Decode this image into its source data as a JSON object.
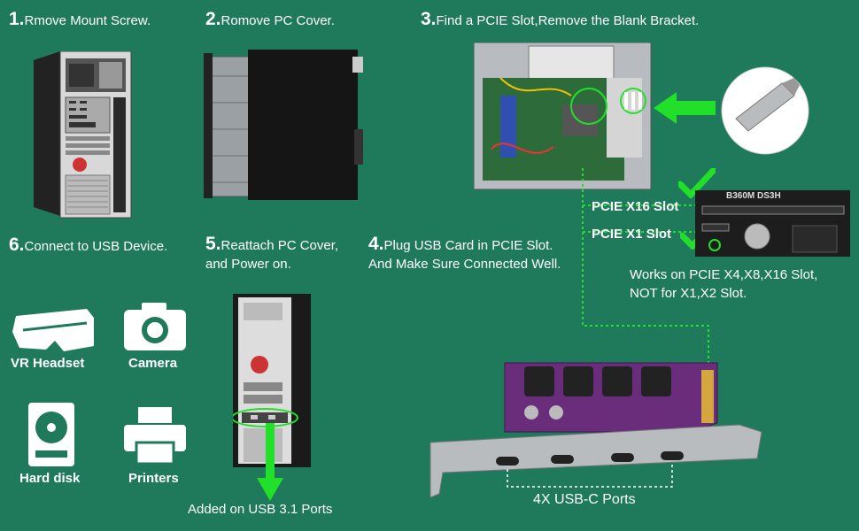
{
  "steps": [
    {
      "num": "1.",
      "text": "Rmove Mount Screw."
    },
    {
      "num": "2.",
      "text": "Romove PC Cover."
    },
    {
      "num": "3.",
      "text": "Find a PCIE Slot,Remove the Blank Bracket."
    },
    {
      "num": "4.",
      "text": "Plug USB Card in PCIE Slot.",
      "line2": "And Make Sure Connected Well."
    },
    {
      "num": "5.",
      "text": "Reattach PC Cover,",
      "line2": "and Power on."
    },
    {
      "num": "6.",
      "text": "Connect to USB Device."
    }
  ],
  "slots": {
    "x16": "PCIE X16 Slot",
    "x1": "PCIE X1 Slot",
    "board_label": "B360M DS3H"
  },
  "compat": {
    "line1": "Works on PCIE X4,X8,X16 Slot,",
    "line2": "NOT for X1,X2 Slot."
  },
  "devices": [
    {
      "name": "VR Headset",
      "icon": "vr-headset-icon"
    },
    {
      "name": "Camera",
      "icon": "camera-icon"
    },
    {
      "name": "Hard disk",
      "icon": "hard-disk-icon"
    },
    {
      "name": "Printers",
      "icon": "printer-icon"
    }
  ],
  "ports_caption": "Added on USB 3.1 Ports",
  "card_caption": "4X USB-C Ports",
  "colors": {
    "background": "#1f7a5c",
    "accent_green": "#22e02a",
    "card_purple": "#6a2d7c",
    "bracket_silver": "#b9bcbf"
  }
}
